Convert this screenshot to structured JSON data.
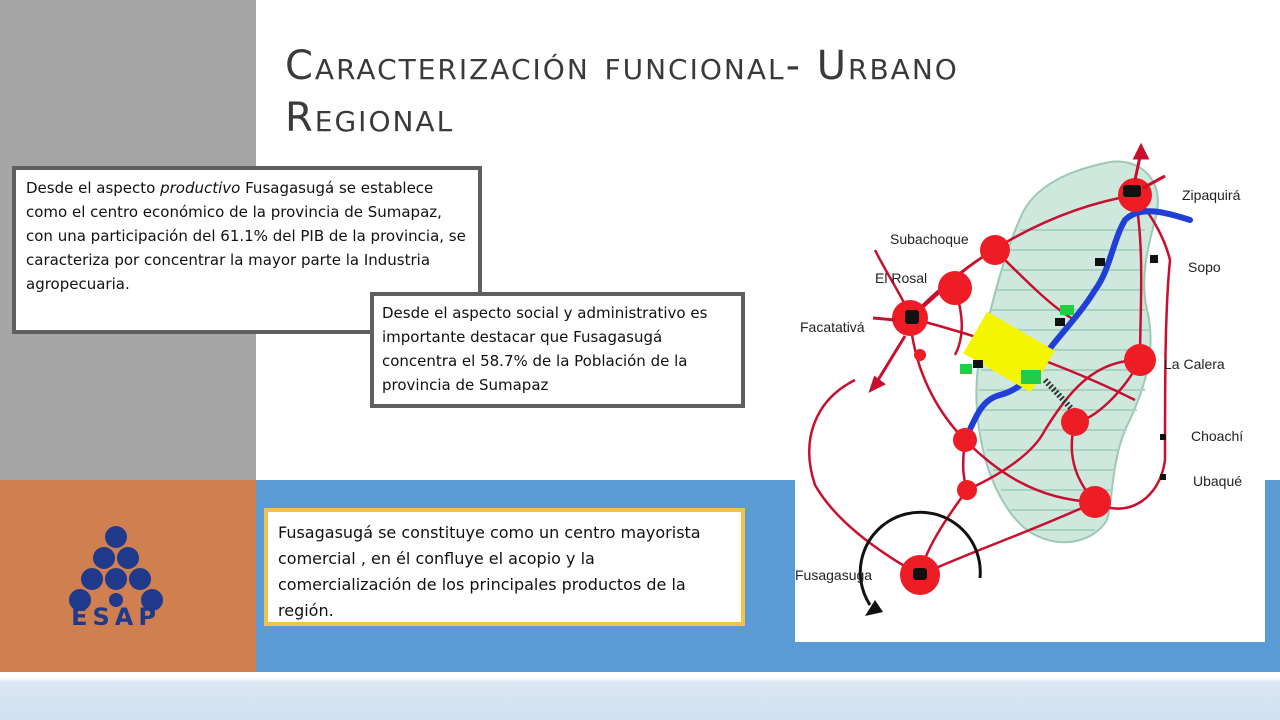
{
  "slide": {
    "title_line1": "Caracterización funcional- Urbano",
    "title_line2": "Regional"
  },
  "box_productive": {
    "text_before": "Desde el aspecto ",
    "emphasis": "productivo",
    "text_after": " Fusagasugá se establece como el centro económico de la provincia de Sumapaz, con una participación  del 61.1% del PIB de la provincia, se caracteriza por concentrar  la mayor parte  la Industria agropecuaria."
  },
  "box_social": {
    "text": "Desde el aspecto social y administrativo es importante destacar que Fusagasugá concentra el 58.7% de la Población de la provincia de Sumapaz"
  },
  "box_commercial": {
    "text": "Fusagasugá se constituye como un centro mayorista comercial  , en él confluye el acopio y la comercialización   de los principales productos de la región."
  },
  "map": {
    "labels": {
      "zipaquira": "Zipaquirá",
      "subachoque": "Subachoque",
      "sopo": "Sopo",
      "el_rosal": "El Rosal",
      "facatativa": "Facatativá",
      "la_calera": "La Calera",
      "choachi": "Choachí",
      "ubaque": "Ubaqué",
      "fusagasuga": "Fusagasuga"
    },
    "colors": {
      "node": "#ee1c25",
      "road": "#c8102e",
      "river": "#1f3fd6",
      "land": "#cfe8de",
      "urban": "#f5f500"
    }
  },
  "logo": {
    "text": "ESAP",
    "color": "#1f3a8a"
  },
  "colors": {
    "gray_panel": "#a6a6a6",
    "orange_panel": "#d08050",
    "blue_band": "#5b9bd5",
    "box_border": "#5f5f5f",
    "highlight_border": "#f2c24b"
  }
}
